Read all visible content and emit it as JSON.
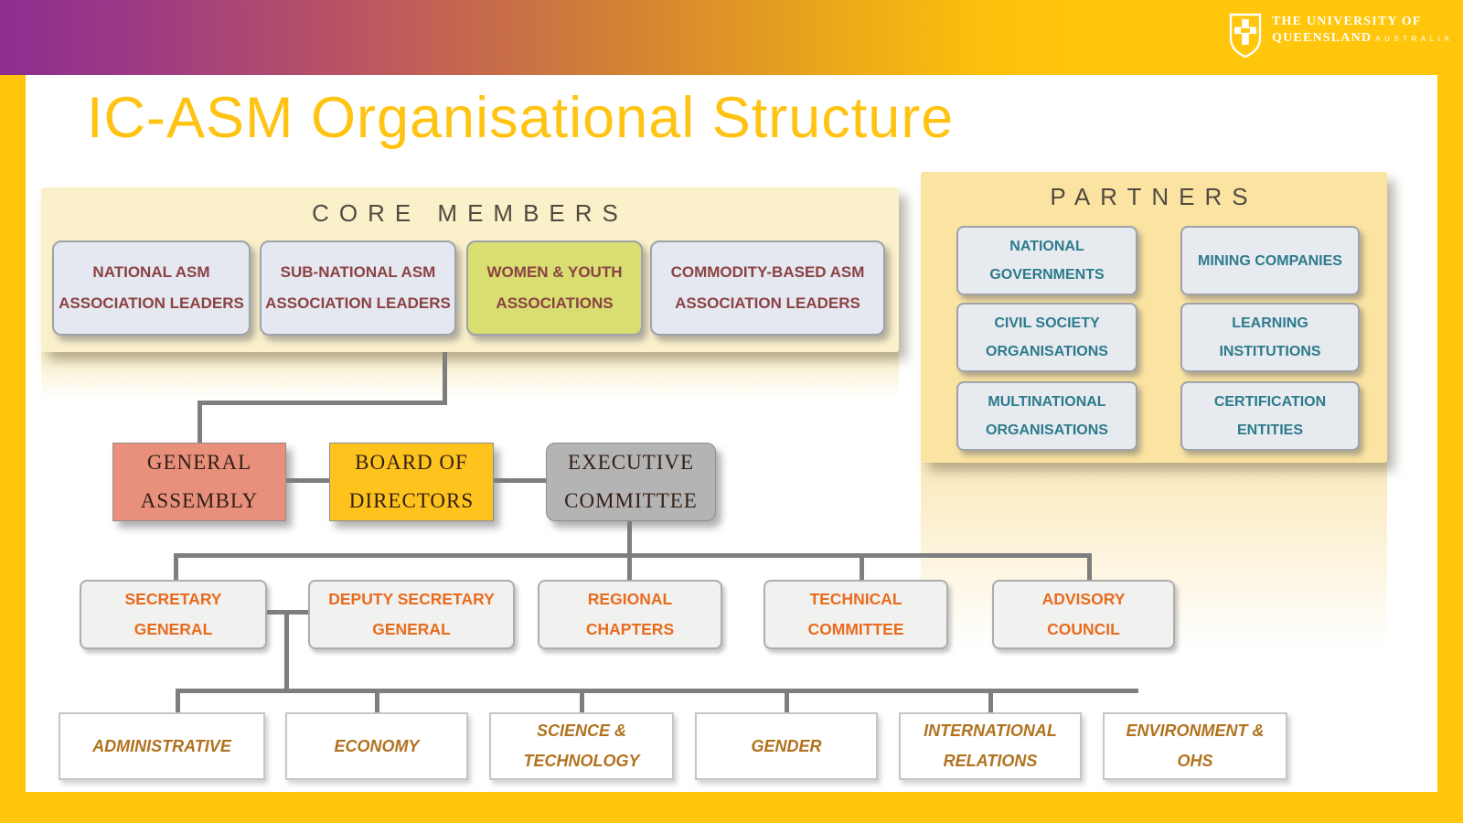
{
  "brand": {
    "university_line1": "THE UNIVERSITY",
    "university_line2": "OF QUEENSLAND",
    "country": "AUSTRALIA"
  },
  "title": "IC-ASM Organisational Structure",
  "colors": {
    "brand_yellow": "#FFC60B",
    "gradient_purple": "#8D2D8F",
    "core_panel": "#FAF0CA",
    "partners_panel": "#FBE3A1",
    "member_box": "#E5E8F0",
    "women_youth_box": "#D8DE71",
    "maroon_text": "#8B4243",
    "teal_text": "#2C7B8D",
    "general_assembly_box": "#E8907C",
    "board_of_directors_box": "#FFC31D",
    "executive_committee_box": "#B4B4B4",
    "orange_text": "#E96B1E",
    "department_text": "#B1721F",
    "connector_gray": "#7E7E7E"
  },
  "core_members": {
    "heading": "CORE MEMBERS",
    "boxes": [
      {
        "label": "NATIONAL ASM\nASSOCIATION LEADERS"
      },
      {
        "label": "SUB-NATIONAL ASM\nASSOCIATION LEADERS"
      },
      {
        "label": "WOMEN & YOUTH\nASSOCIATIONS"
      },
      {
        "label": "COMMODITY-BASED ASM\nASSOCIATION LEADERS"
      }
    ]
  },
  "partners": {
    "heading": "PARTNERS",
    "boxes": [
      {
        "label": "NATIONAL\nGOVERNMENTS"
      },
      {
        "label": "MINING COMPANIES"
      },
      {
        "label": "CIVIL SOCIETY\nORGANISATIONS"
      },
      {
        "label": "LEARNING\nINSTITUTIONS"
      },
      {
        "label": "MULTINATIONAL\nORGANISATIONS"
      },
      {
        "label": "CERTIFICATION\nENTITIES"
      }
    ]
  },
  "governance": {
    "general_assembly": {
      "label": "GENERAL\nASSEMBLY"
    },
    "board_of_directors": {
      "label": "BOARD OF\nDIRECTORS"
    },
    "executive_committee": {
      "label": "EXECUTIVE\nCOMMITTEE"
    }
  },
  "executive_bodies": [
    {
      "label": "SECRETARY\nGENERAL"
    },
    {
      "label": "DEPUTY SECRETARY\nGENERAL"
    },
    {
      "label": "REGIONAL\nCHAPTERS"
    },
    {
      "label": "TECHNICAL\nCOMMITTEE"
    },
    {
      "label": "ADVISORY\nCOUNCIL"
    }
  ],
  "departments": [
    {
      "label": "ADMINISTRATIVE"
    },
    {
      "label": "ECONOMY"
    },
    {
      "label": "SCIENCE &\nTECHNOLOGY"
    },
    {
      "label": "GENDER"
    },
    {
      "label": "INTERNATIONAL\nRELATIONS"
    },
    {
      "label": "ENVIRONMENT &\nOHS"
    }
  ]
}
